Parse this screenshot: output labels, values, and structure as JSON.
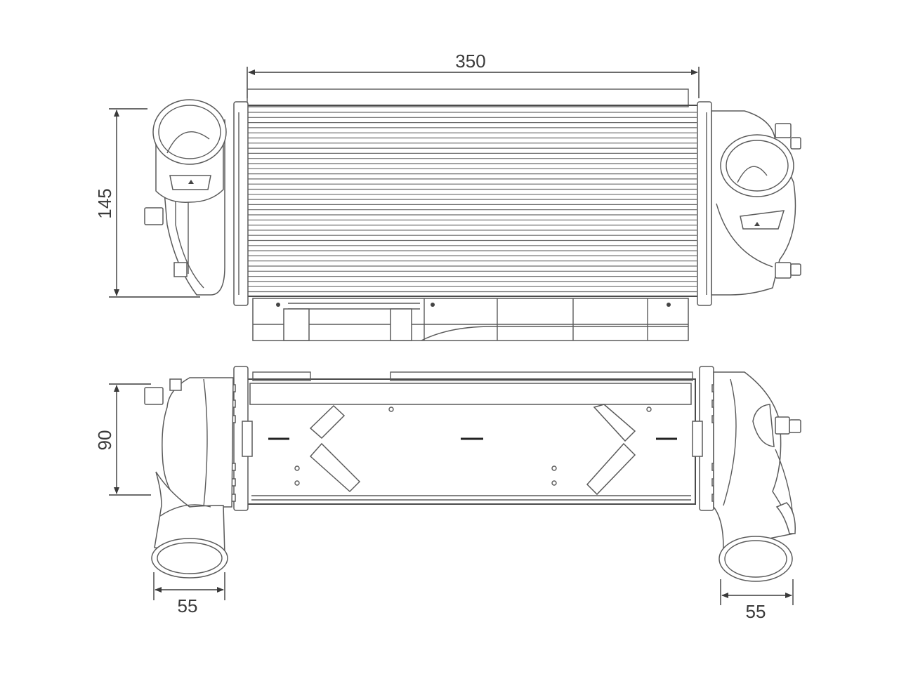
{
  "dimensions": {
    "width": "350",
    "height": "145",
    "depth": "90",
    "inlet_diameter": "55",
    "outlet_diameter": "55"
  }
}
